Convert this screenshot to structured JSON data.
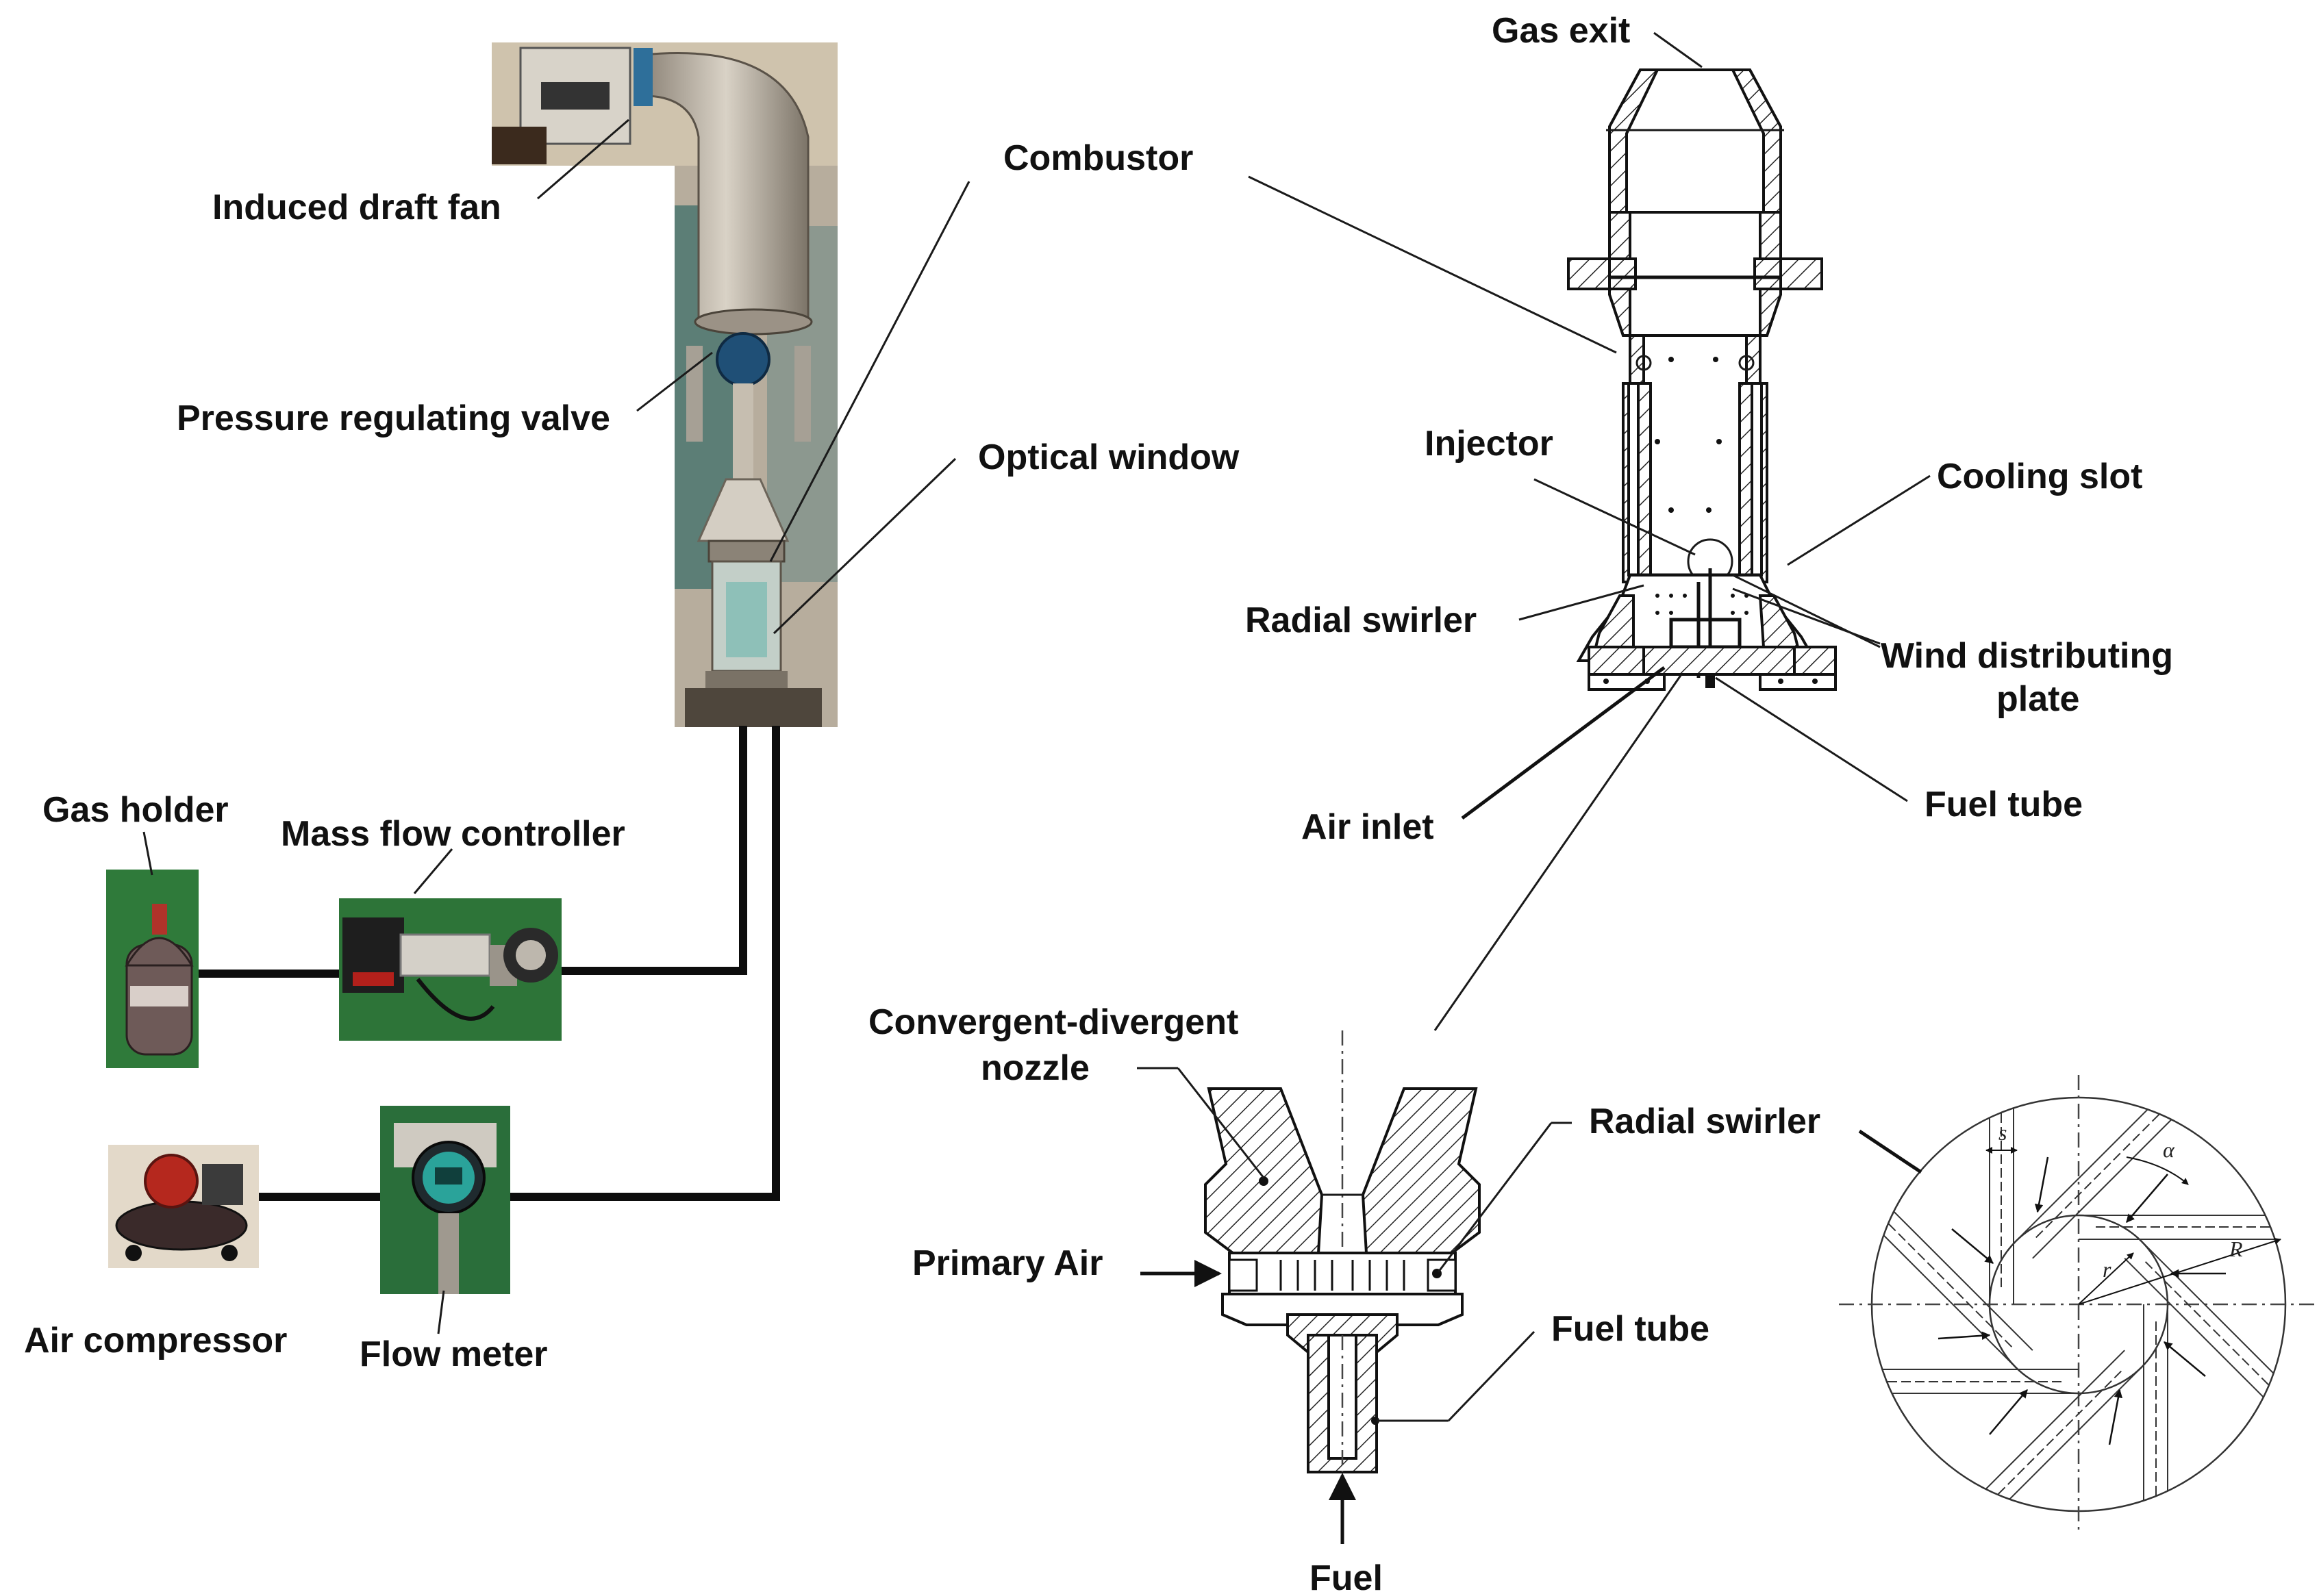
{
  "labels": {
    "induced_draft_fan": "Induced draft fan",
    "pressure_regulating_valve": "Pressure regulating valve",
    "combustor": "Combustor",
    "optical_window": "Optical window",
    "gas_exit": "Gas exit",
    "injector": "Injector",
    "cooling_slot": "Cooling slot",
    "radial_swirler_top": "Radial swirler",
    "wind_distributing_plate_line1": "Wind distributing",
    "wind_distributing_plate_line2": "plate",
    "air_inlet": "Air inlet",
    "fuel_tube_top": "Fuel tube",
    "gas_holder": "Gas holder",
    "mass_flow_controller": "Mass flow controller",
    "air_compressor": "Air compressor",
    "flow_meter": "Flow meter",
    "cd_nozzle_line1": "Convergent-divergent",
    "cd_nozzle_line2": "nozzle",
    "radial_swirler_bottom": "Radial swirler",
    "primary_air": "Primary Air",
    "fuel_tube_bottom": "Fuel tube",
    "fuel": "Fuel"
  },
  "swirler_symbols": {
    "s": "s",
    "alpha": "α",
    "r": "r",
    "R": "R"
  },
  "colors": {
    "line": "#111111",
    "photo_metal": "#b9b0a2",
    "photo_green": "#2f7a3a",
    "photo_red": "#a02a1f",
    "photo_teal": "#2aa39a"
  },
  "icons": {
    "photo_rig": "test-rig-photo",
    "photo_gas_holder": "gas-cylinder-photo",
    "photo_mfc": "mass-flow-controller-photo",
    "photo_compressor": "air-compressor-photo",
    "photo_flowmeter": "flow-meter-photo"
  }
}
